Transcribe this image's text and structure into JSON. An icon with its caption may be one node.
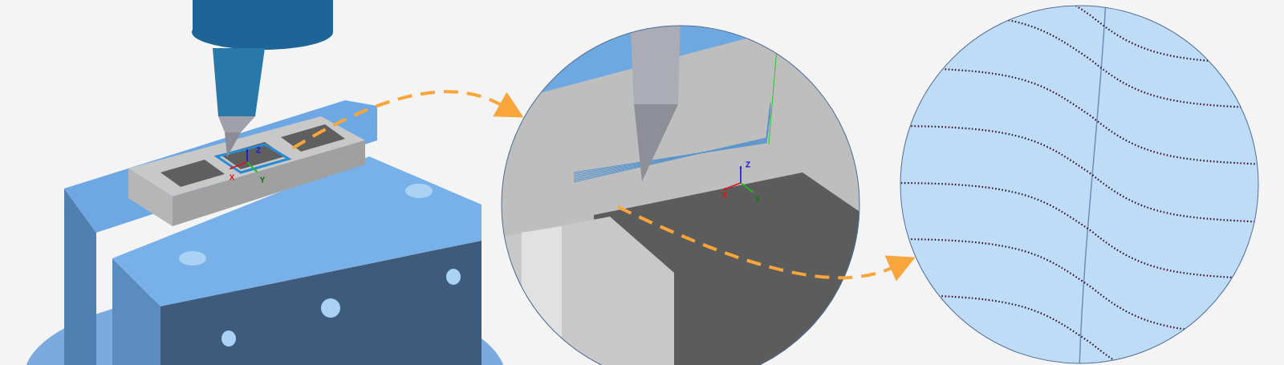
{
  "diagram": {
    "nodes": [
      {
        "text": [],
        "shape": "picture"
      },
      {
        "text": [],
        "shape": "picture"
      },
      {
        "text": [],
        "shape": "picture"
      }
    ],
    "edges": [
      {
        "from": 0,
        "to": 1,
        "arrow": "to",
        "style": "dashed"
      },
      {
        "from": 1,
        "to": 2,
        "arrow": "to",
        "style": "dashed"
      }
    ],
    "labels": [
      "Z",
      "X",
      "Y",
      "Z",
      "X",
      "Y"
    ]
  }
}
